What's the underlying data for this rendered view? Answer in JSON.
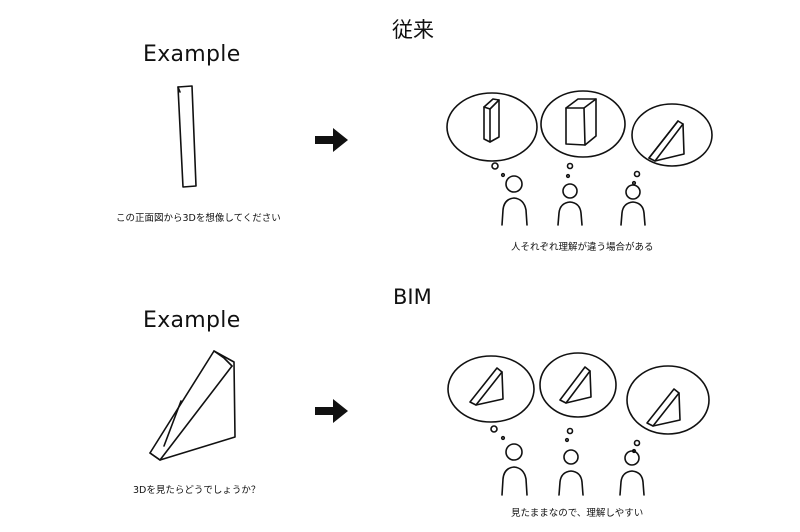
{
  "sections": [
    {
      "title": "従来",
      "example_label": "Example",
      "question": "この正面図から3Dを想像してください",
      "outcome": "人それぞれ理解が違う場合がある"
    },
    {
      "title": "BIM",
      "example_label": "Example",
      "question": "3Dを見たらどうでしょうか？",
      "outcome": "見たままなので、理解しやすい"
    }
  ]
}
